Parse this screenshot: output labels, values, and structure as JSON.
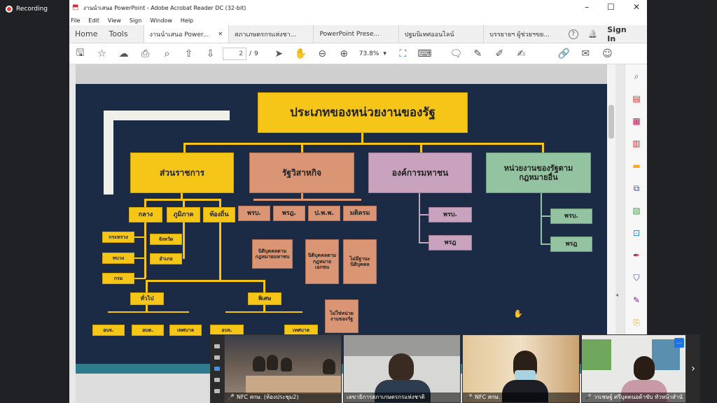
{
  "recording": {
    "label": "Recording"
  },
  "window": {
    "title": "งานนำเสนอ PowerPoint - Adobe Acrobat Reader DC (32-bit)",
    "minimize": "–",
    "maximize": "☐",
    "close": "✕"
  },
  "menu": [
    "File",
    "Edit",
    "View",
    "Sign",
    "Window",
    "Help"
  ],
  "tabs": {
    "home": "Home",
    "tools": "Tools",
    "docs": [
      {
        "label": "งานนำเสนอ Power...",
        "active": true,
        "closable": true
      },
      {
        "label": "สภาเภษตรกรแห่งชา...",
        "active": false,
        "closable": false
      },
      {
        "label": "PowerPoint Prese...",
        "active": false,
        "closable": false
      },
      {
        "label": "ปฐมนิเทศออนไลน์",
        "active": false,
        "closable": false
      },
      {
        "label": "บรรยายฯ ผู้ช่วยฯขย...",
        "active": false,
        "closable": false
      }
    ],
    "close_glyph": "✕",
    "help_glyph": "?",
    "bell_glyph": "🔔",
    "sign_in": "Sign In"
  },
  "toolbar": {
    "page_current": "2",
    "page_sep": "/",
    "page_total": "9",
    "zoom": "73.8%",
    "zoom_caret": "▾"
  },
  "slide": {
    "title": "ประเภทของหน่วยงานของรัฐ",
    "cat_ministry": "ส่วนราชการ",
    "cat_soe": "รัฐวิสาหกิจ",
    "cat_public_org": "องค์การมหาชน",
    "cat_other_law": "หน่วยงานของรัฐตามกฎหมายอื่น",
    "m_central": "กลาง",
    "m_regional": "ภูมิภาค",
    "m_local": "ท้องถิ่น",
    "c_ministry": "กระทรวง",
    "c_agency": "ทบวง",
    "c_department": "กรม",
    "r_province": "จังหวัด",
    "r_district": "อำเภอ",
    "l_general": "ทั่วไป",
    "l_special": "พิเศษ",
    "l_g1": "อบจ.",
    "l_g2": "อบต.",
    "l_g3": "เทศบาล",
    "l_s1": "อบจ.",
    "l_s2": "เทศบาล",
    "soe_1": "พรบ.",
    "soe_2": "พรฎ.",
    "soe_3": "ป.พ.พ.",
    "soe_4": "มติครม",
    "soe_1_note": "นิติบุคคลตามกฎหมายมหาชน",
    "soe_3_note": "นิติบุคคลตามกฎหมายเอกชน",
    "soe_4_note": "ไม่มีฐานะนิติบุคคล",
    "soe_4_sub": "ไม่ใช่หน่วยงานของรัฐ",
    "po_1": "พรบ.",
    "po_2": "พรฎ",
    "ol_1": "พรบ.",
    "ol_2": "พรฎ"
  },
  "videos": [
    {
      "caption": "NFC สกษ. (ห้องประชุม2)"
    },
    {
      "caption": "เลขาธิการสภาเกษตรกรแห่งชาติ"
    },
    {
      "caption": "NFC สกษ."
    },
    {
      "caption": "วรเชษฐ์ ศรีบุตตนอด้าขับ หัวหน้าสำนั"
    }
  ],
  "video_next": "›"
}
